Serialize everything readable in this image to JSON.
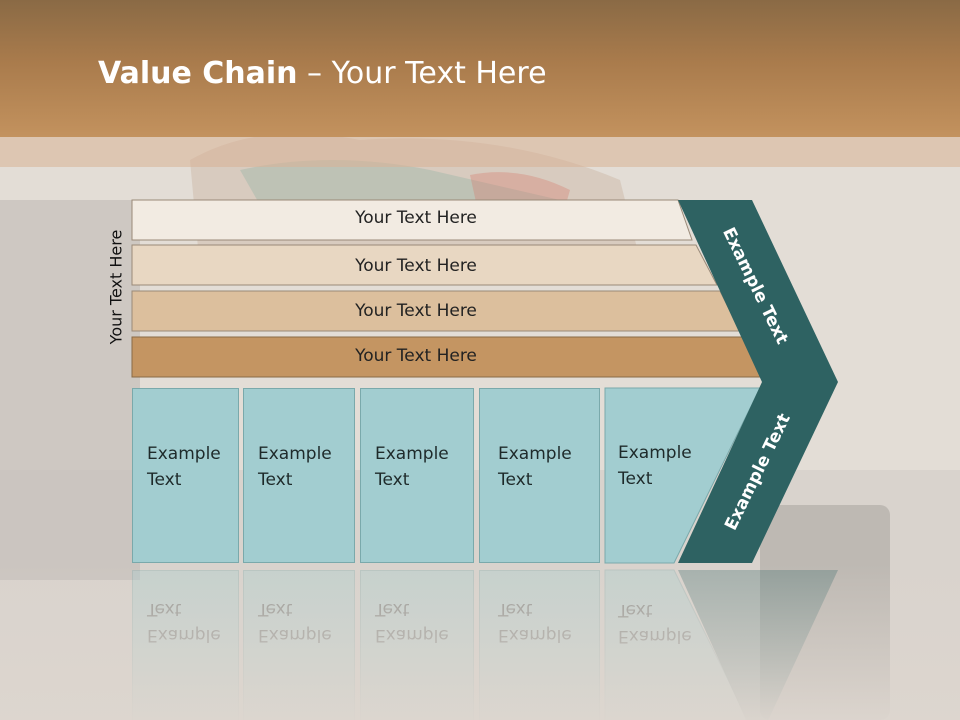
{
  "slide": {
    "title_bold": "Value Chain",
    "title_rest": " – Your Text Here",
    "side_label": "Your Text Here",
    "rows": [
      {
        "label": "Your Text Here",
        "color": "#f2ebe2"
      },
      {
        "label": "Your Text Here",
        "color": "#e8d7c2"
      },
      {
        "label": "Your Text Here",
        "color": "#dcbf9d"
      },
      {
        "label": "Your Text Here",
        "color": "#c49562"
      }
    ],
    "boxes": [
      {
        "line1": "Example",
        "line2": "Text"
      },
      {
        "line1": "Example",
        "line2": "Text"
      },
      {
        "line1": "Example",
        "line2": "Text"
      },
      {
        "line1": "Example",
        "line2": "Text"
      },
      {
        "line1": "Example",
        "line2": "Text"
      }
    ],
    "chevron_top_text": "Example Text",
    "chevron_bottom_text": "Example Text",
    "colors": {
      "header": "#a97b4c",
      "chevron": "#2e6262",
      "box_fill": "#a2cdd0"
    }
  }
}
